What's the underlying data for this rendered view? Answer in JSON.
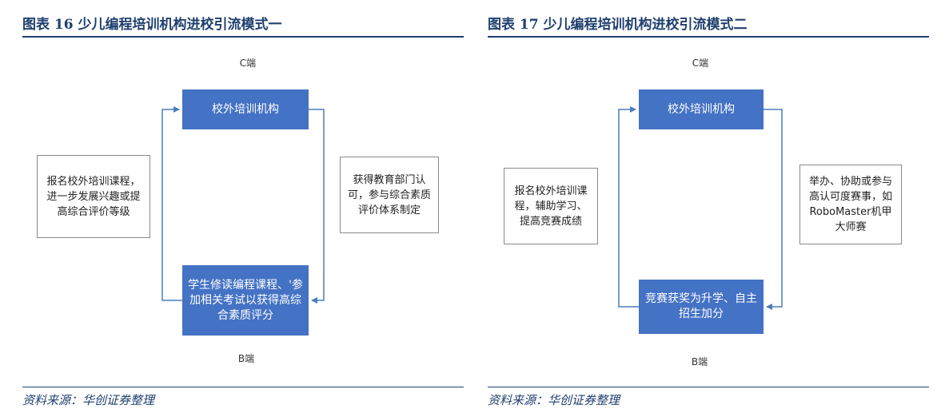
{
  "figures": [
    {
      "title": "图表 16  少儿编程培训机构进校引流模式一",
      "c_label": "C端",
      "b_label": "B端",
      "top_box": "校外培训机构",
      "left_note": "报名校外培训课程，进一步发展兴趣或提高综合评价等级",
      "right_note": "获得教育部门认可，参与综合素质评价体系制定",
      "bottom_box": "学生修读编程课程、'参加相关考试以获得高综合素质评分",
      "source": "资料来源：华创证券整理"
    },
    {
      "title": "图表 17  少儿编程培训机构进校引流模式二",
      "c_label": "C端",
      "b_label": "B端",
      "top_box": "校外培训机构",
      "left_note": "报名校外培训课程，辅助学习、提高竞赛成绩",
      "right_note": "举办、协助或参与高认可度赛事，如RoboMaster机甲大师赛",
      "bottom_box": "竞赛获奖为升学、自主招生加分",
      "source": "资料来源：华创证券整理"
    }
  ],
  "colors": {
    "box_fill": "#4472c4",
    "title_blue": "#1f3f6e",
    "connector": "#4a7ebb"
  }
}
